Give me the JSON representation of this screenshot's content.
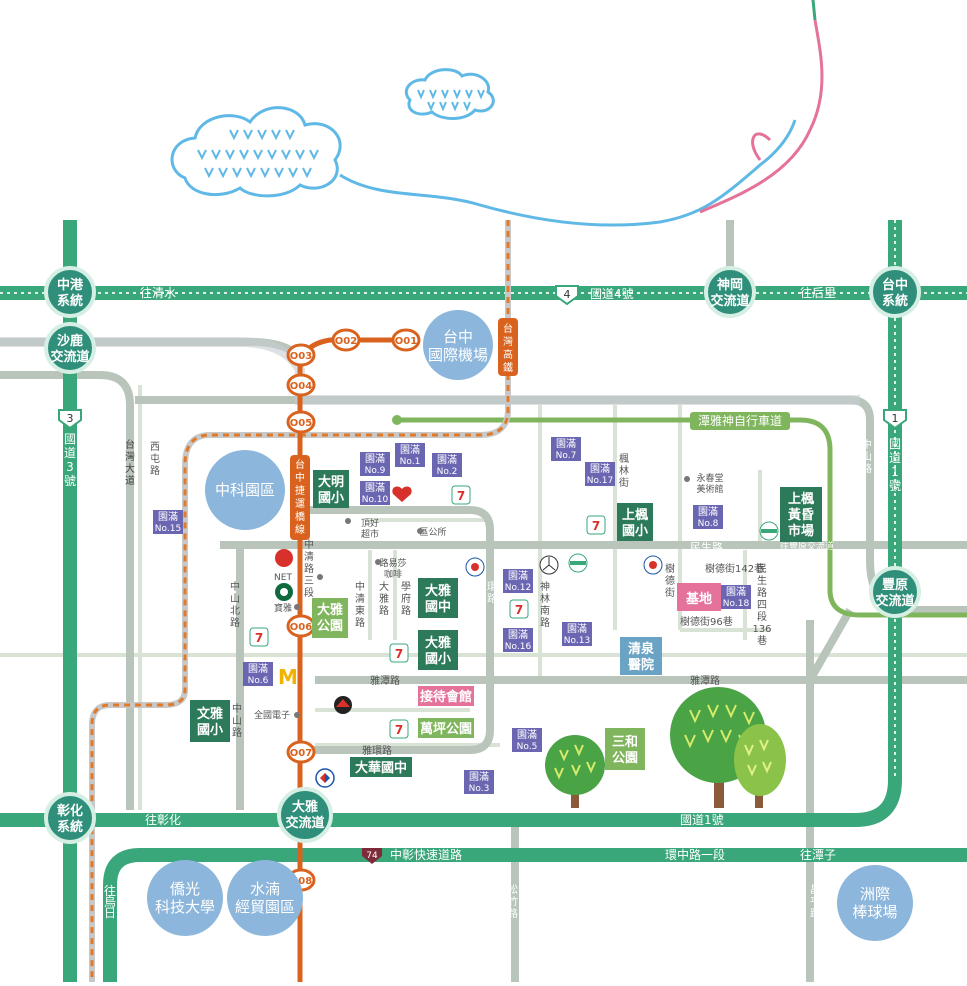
{
  "highways": {
    "h4": "國道4號",
    "h1_vertical": "國道1號",
    "h1_horizontal": "國道1號",
    "h3": "國道3號",
    "h4_shield": "4",
    "h1_shield": "1",
    "h3_shield": "3",
    "h74_shield": "74",
    "zhongzhang": "中彰快速道路",
    "huanzhong": "環中路一段",
    "tanyashen": "潭雅神自行車道",
    "to_qingshui": "往清水",
    "to_houli": "往后里",
    "to_changhua": "往彰化",
    "to_tanzi": "往潭子",
    "to_wuri": "往烏日",
    "to_fengyuan": "往豐原交流道"
  },
  "interchanges": {
    "zhonggang": [
      "中港",
      "系統"
    ],
    "shalu": [
      "沙鹿",
      "交流道"
    ],
    "shengang": [
      "神岡",
      "交流道"
    ],
    "taichung": [
      "台中",
      "系統"
    ],
    "fengyuan": [
      "豐原",
      "交流道"
    ],
    "changhua": [
      "彰化",
      "系統"
    ],
    "daya": [
      "大雅",
      "交流道"
    ]
  },
  "metro": {
    "line_name": [
      "台",
      "中",
      "捷",
      "運",
      "橋",
      "線"
    ],
    "hsr_name": [
      "台",
      "灣",
      "高",
      "鐵"
    ],
    "stations": [
      "O01",
      "O02",
      "O03",
      "O04",
      "O05",
      "O06",
      "O07",
      "O08"
    ]
  },
  "landmarks": {
    "airport": [
      "台中",
      "國際機場"
    ],
    "science_park": "中科園區",
    "rezuan": [
      "僑光",
      "科技大學"
    ],
    "shuinan": [
      "水湳",
      "經貿園區"
    ],
    "intercontinental": [
      "洲際",
      "棒球場"
    ]
  },
  "schools": {
    "daming": [
      "大明",
      "國小"
    ],
    "shangfeng": [
      "上楓",
      "國小"
    ],
    "dayazhong": [
      "大雅",
      "國中"
    ],
    "dayaxiao": [
      "大雅",
      "國小"
    ],
    "wenya": [
      "文雅",
      "國小"
    ],
    "dahua": "大華國中",
    "shangfeng_market": [
      "上楓",
      "黃昏",
      "市場"
    ]
  },
  "parks": {
    "daya_park": [
      "大雅",
      "公園"
    ],
    "wanping": "萬坪公園",
    "sanhe": [
      "三和",
      "公園"
    ]
  },
  "site": {
    "base": "基地",
    "reception": "接待會館",
    "qingquan": [
      "清泉",
      "醫院"
    ]
  },
  "yuanman": [
    [
      "園滿",
      "No.1"
    ],
    [
      "園滿",
      "No.2"
    ],
    [
      "園滿",
      "No.3"
    ],
    [
      "園滿",
      "No.5"
    ],
    [
      "園滿",
      "No.6"
    ],
    [
      "園滿",
      "No.7"
    ],
    [
      "園滿",
      "No.8"
    ],
    [
      "園滿",
      "No.9"
    ],
    [
      "園滿",
      "No.10"
    ],
    [
      "園滿",
      "No.12"
    ],
    [
      "園滿",
      "No.13"
    ],
    [
      "園滿",
      "No.15"
    ],
    [
      "園滿",
      "No.16"
    ],
    [
      "園滿",
      "No.17"
    ],
    [
      "園滿",
      "No.18"
    ]
  ],
  "roads": {
    "taiwan_ave": [
      "台",
      "灣",
      "大",
      "道"
    ],
    "xitun": [
      "西",
      "屯",
      "路"
    ],
    "zhongshan_n": [
      "中",
      "山",
      "北",
      "路"
    ],
    "zhongshan": [
      "中",
      "山",
      "路"
    ],
    "zhongqing3": [
      "中",
      "清",
      "路",
      "三",
      "段"
    ],
    "zhongqing_e": [
      "中",
      "清",
      "東",
      "路"
    ],
    "daya_rd": [
      "大",
      "雅",
      "路"
    ],
    "xuefu": [
      "學",
      "府",
      "路"
    ],
    "huanlu": [
      "環",
      "路"
    ],
    "shenlin_s": [
      "神",
      "林",
      "南",
      "路"
    ],
    "fenglin": [
      "楓",
      "林",
      "街"
    ],
    "shude": [
      "樹",
      "德",
      "街"
    ],
    "minsheng": "民生路",
    "minsheng4": [
      "民",
      "生",
      "路",
      "四",
      "段",
      "136",
      "巷"
    ],
    "shude142": "樹德街142巷",
    "shude96": "樹德街96巷",
    "yatan": "雅潭路",
    "yatan2": "雅潭路",
    "yahuan": "雅環路",
    "songzhu": [
      "松",
      "竹",
      "路"
    ],
    "changping": [
      "昌",
      "平",
      "路"
    ],
    "zhongshan_east": [
      "中",
      "山",
      "路"
    ],
    "yucai": [
      "豐",
      "科",
      "路"
    ],
    "dingyou": [
      "頂好",
      "超市"
    ],
    "quhall": "區公所",
    "lueyisha": [
      "路易莎",
      "咖啡"
    ],
    "yongchun": [
      "永春堂",
      "美術館"
    ],
    "net": "NET",
    "baoya": "寶雅",
    "quanguo": "全國電子"
  },
  "colors": {
    "highway": "#3aa77a",
    "road": "#b9c5bb",
    "ring": "#c7cdd0",
    "metro": "#e07a2a",
    "teal": "#2f8f7a",
    "purple": "#6b66b2",
    "darkgreen": "#2d7a5a",
    "lightgreen": "#7fb55c",
    "blue": "#8cb6db",
    "pink": "#e4729b"
  }
}
